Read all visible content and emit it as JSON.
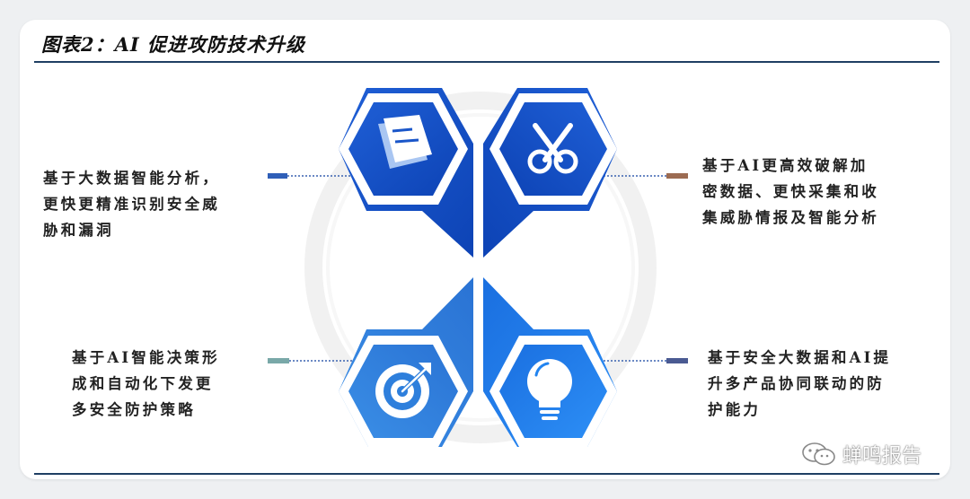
{
  "title": "图表2：AI 促进攻防技术升级",
  "quadrants": [
    {
      "position": "top-left",
      "icon": "document-icon",
      "text": "基于大数据智能分析，\n更快更精准识别安全威\n胁和漏洞",
      "color": "#1a56c9",
      "connector_color": "#2f5fb8"
    },
    {
      "position": "top-right",
      "icon": "scissors-icon",
      "text": "基于AI更高效破解加\n密数据、更快采集和收\n集威胁情报及智能分析",
      "color": "#1a56c9",
      "connector_color": "#9c6b52"
    },
    {
      "position": "bottom-left",
      "icon": "target-icon",
      "text": "基于AI智能决策形\n成和自动化下发更\n多安全防护策略",
      "color": "#2e7fdc",
      "connector_color": "#79a8a8"
    },
    {
      "position": "bottom-right",
      "icon": "lightbulb-icon",
      "text": "基于安全大数据和AI提\n升多产品协同联动的防\n护能力",
      "color": "#2284f0",
      "connector_color": "#4a5a92"
    }
  ],
  "watermark": "蝉鸣报告"
}
